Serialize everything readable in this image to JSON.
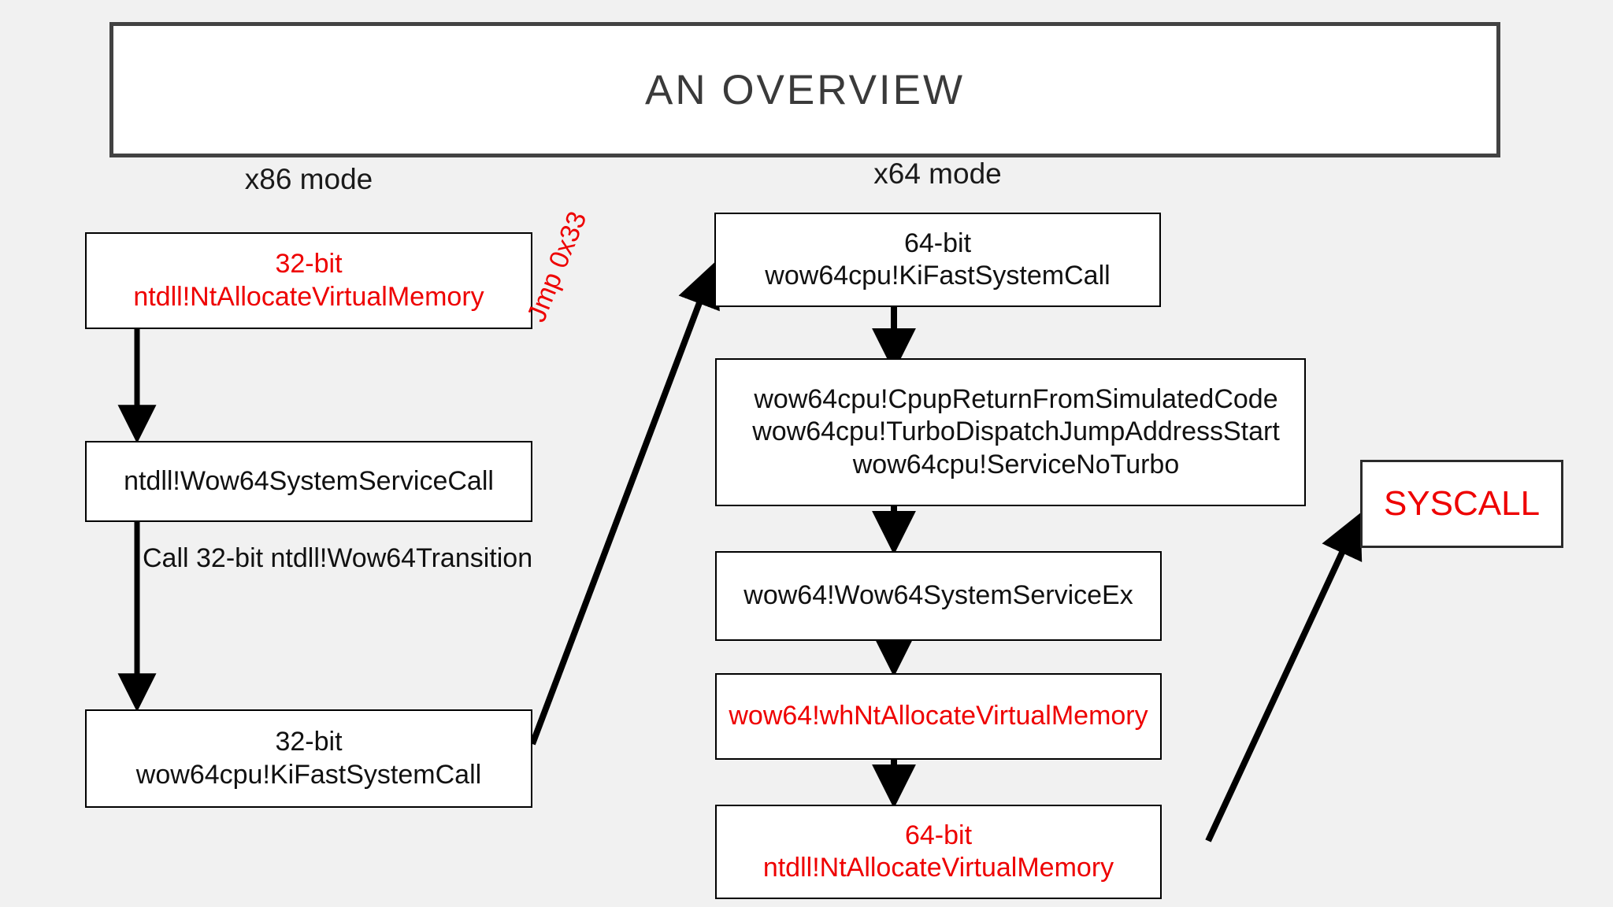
{
  "slide": {
    "title": "AN OVERVIEW",
    "background_color": "#f1f1f1",
    "title_border_color": "#424242",
    "accent_red": "#ee0000",
    "text_black": "#111111"
  },
  "columns": {
    "left_heading": "x86 mode",
    "right_heading": "x64 mode"
  },
  "left_column": {
    "nodes": [
      {
        "id": "x86-ntdll-ntalloc",
        "lines": [
          "32-bit",
          "ntdll!NtAllocateVirtualMemory"
        ],
        "color": "#ee0000"
      },
      {
        "id": "x86-wow64ssc",
        "lines": [
          "ntdll!Wow64SystemServiceCall"
        ],
        "color": "#111111"
      },
      {
        "id": "x86-kifast",
        "lines": [
          "32-bit",
          "wow64cpu!KiFastSystemCall"
        ],
        "color": "#111111"
      }
    ],
    "edge_label": "Call 32-bit ntdll!Wow64Transition"
  },
  "right_column": {
    "nodes": [
      {
        "id": "x64-kifast",
        "lines": [
          "64-bit",
          "wow64cpu!KiFastSystemCall"
        ],
        "color": "#111111"
      },
      {
        "id": "x64-cpup",
        "lines": [
          "wow64cpu!CpupReturnFromSimulatedCode",
          "wow64cpu!TurboDispatchJumpAddressStart",
          "wow64cpu!ServiceNoTurbo"
        ],
        "color": "#111111"
      },
      {
        "id": "x64-wow64ssex",
        "lines": [
          "wow64!Wow64SystemServiceEx"
        ],
        "color": "#111111"
      },
      {
        "id": "x64-whntalloc",
        "lines": [
          "wow64!whNtAllocateVirtualMemory"
        ],
        "color": "#ee0000"
      },
      {
        "id": "x64-ntdll-ntalloc",
        "lines": [
          "64-bit",
          "ntdll!NtAllocateVirtualMemory"
        ],
        "color": "#ee0000"
      }
    ]
  },
  "transition": {
    "jump_label": "Jmp 0x33"
  },
  "syscall": {
    "label": "SYSCALL",
    "color": "#ee0000"
  }
}
